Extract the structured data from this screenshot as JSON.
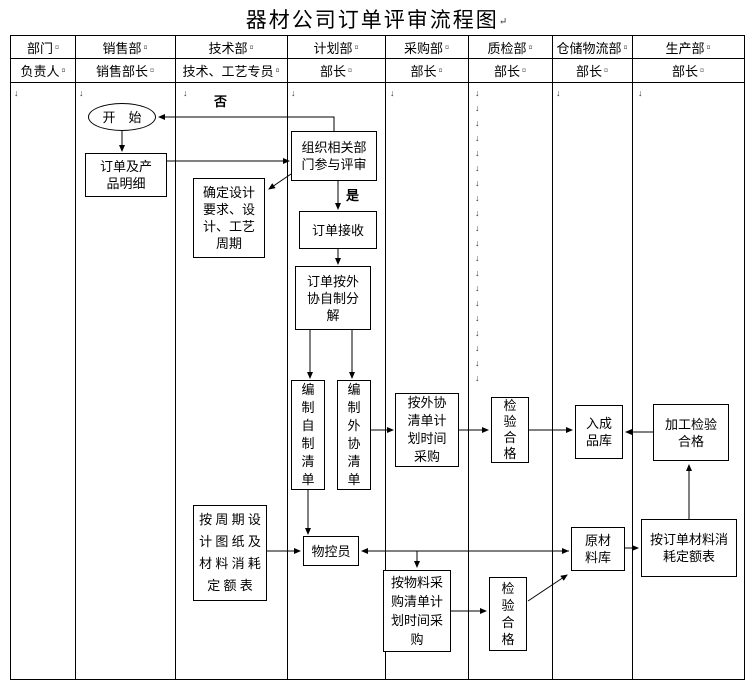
{
  "title": {
    "text": "器材公司订单评审流程图",
    "mark": "↵"
  },
  "colors": {
    "ink": "#000000",
    "background": "#ffffff"
  },
  "header": {
    "cell_mark": "¤",
    "row1": [
      "部门",
      "销售部",
      "技术部",
      "计划部",
      "采购部",
      "质检部",
      "仓储物流部",
      "生产部"
    ],
    "row2": [
      "负责人",
      "销售部长",
      "技术、工艺专员",
      "部长",
      "部长",
      "部长",
      "部长",
      "部长"
    ]
  },
  "body": {
    "line_mark": "↓",
    "mark_counts": [
      1,
      1,
      1,
      1,
      1,
      20,
      1,
      1
    ]
  },
  "labels": {
    "no": "否",
    "yes": "是"
  },
  "nodes": {
    "start": "开　始",
    "order_detail": "订单及产\n品明细",
    "organize_review": "组织相关部\n门参与评审",
    "design_req": "确定设计\n要求、设\n计、工艺\n周期",
    "order_accept": "订单接收",
    "order_split": "订单按外\n协自制分\n解",
    "self_list": "编\n制\n自\n制\n清\n单",
    "outsource_list": "编\n制\n外\n协\n清\n单",
    "outsource_purchase": "按外协\n清单计\n划时间\n采购",
    "inspect_pass_1": "检\n验\n合\n格",
    "finished_store": "入成\n品库",
    "process_inspect": "加工检验\n合格",
    "cycle_design": "按 周 期 设\n计 图 纸 及\n材 料 消 耗\n定 额 表",
    "material_controller": "物控员",
    "material_purchase": "按物料采\n购清单计\n划时间采\n购",
    "inspect_pass_2": "检\n验\n合\n格",
    "raw_store": "原材\n料库",
    "order_quota": "按订单材料消\n耗定额表"
  }
}
